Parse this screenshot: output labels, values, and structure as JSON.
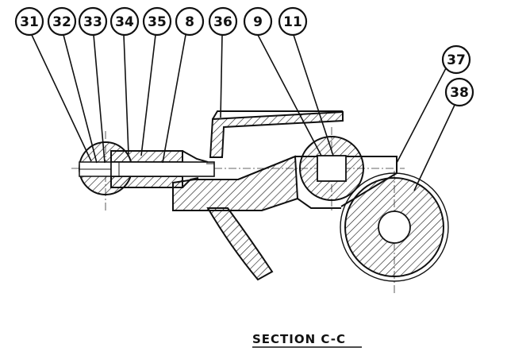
{
  "callouts": [
    {
      "id": "c31",
      "label": "31"
    },
    {
      "id": "c32",
      "label": "32"
    },
    {
      "id": "c33",
      "label": "33"
    },
    {
      "id": "c34",
      "label": "34"
    },
    {
      "id": "c35",
      "label": "35"
    },
    {
      "id": "c8",
      "label": "8"
    },
    {
      "id": "c36",
      "label": "36"
    },
    {
      "id": "c9",
      "label": "9"
    },
    {
      "id": "c11",
      "label": "11"
    },
    {
      "id": "c37",
      "label": "37"
    },
    {
      "id": "c38",
      "label": "38"
    }
  ],
  "title": "SECTION C-C"
}
